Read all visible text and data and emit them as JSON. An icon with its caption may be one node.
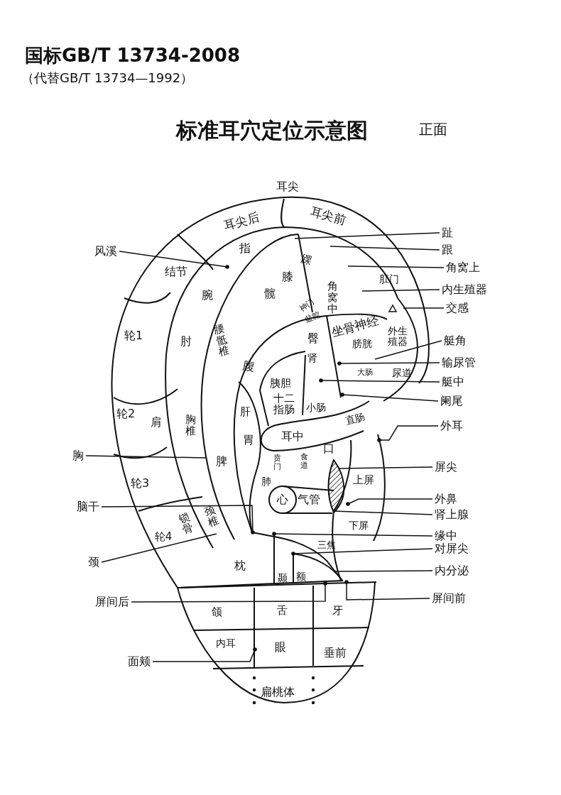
{
  "diagram": {
    "title": "标准耳穴定位示意图",
    "nodes": [
      {
        "text": [
          "风溪"
        ]
      },
      {
        "text": [
          "趾"
        ]
      },
      {
        "text": [
          "跟"
        ]
      },
      {
        "text": [
          "角窝上"
        ]
      },
      {
        "text": [
          "内生殖器"
        ]
      },
      {
        "text": [
          "交感"
        ]
      },
      {
        "text": [
          "艇角"
        ]
      },
      {
        "text": [
          "输尿管"
        ]
      },
      {
        "text": [
          "艇中"
        ]
      },
      {
        "text": [
          "阑尾"
        ]
      },
      {
        "text": [
          "外耳"
        ]
      },
      {
        "text": [
          "胸"
        ]
      },
      {
        "text": [
          "屏尖"
        ]
      },
      {
        "text": [
          "外鼻"
        ]
      },
      {
        "text": [
          "脑干"
        ]
      },
      {
        "text": [
          "肾上腺"
        ]
      },
      {
        "text": [
          "缘中"
        ]
      },
      {
        "text": [
          "对屏尖"
        ]
      },
      {
        "text": [
          "颈"
        ]
      },
      {
        "text": [
          "内分泌"
        ]
      },
      {
        "text": [
          "屏间后"
        ]
      },
      {
        "text": [
          "屏间前"
        ]
      },
      {
        "text": [
          "面颊"
        ]
      }
    ],
    "edges": [
      {
        "from": 0,
        "to": null,
        "arrow": "other"
      },
      {
        "from": 1,
        "to": null,
        "arrow": "none"
      },
      {
        "from": 2,
        "to": null,
        "arrow": "none"
      },
      {
        "from": 3,
        "to": null,
        "arrow": "none"
      },
      {
        "from": 4,
        "to": null,
        "arrow": "none"
      },
      {
        "from": 5,
        "to": null,
        "arrow": "none"
      },
      {
        "from": 6,
        "to": null,
        "arrow": "none"
      },
      {
        "from": 7,
        "to": null,
        "arrow": "other"
      },
      {
        "from": 8,
        "to": null,
        "arrow": "other"
      },
      {
        "from": 9,
        "to": null,
        "arrow": "other"
      },
      {
        "from": 10,
        "to": null,
        "arrow": "other"
      },
      {
        "from": 11,
        "to": null,
        "arrow": "none"
      },
      {
        "from": 12,
        "to": null,
        "arrow": "none"
      },
      {
        "from": 13,
        "to": null,
        "arrow": "other"
      },
      {
        "from": 14,
        "to": null,
        "arrow": "other"
      },
      {
        "from": 15,
        "to": null,
        "arrow": "none"
      },
      {
        "from": 16,
        "to": null,
        "arrow": "other"
      },
      {
        "from": 17,
        "to": null,
        "arrow": "other"
      },
      {
        "from": 18,
        "to": null,
        "arrow": "none"
      },
      {
        "from": 19,
        "to": null,
        "arrow": "none"
      },
      {
        "from": 20,
        "to": null,
        "arrow": "other"
      },
      {
        "from": 21,
        "to": null,
        "arrow": "other"
      },
      {
        "from": 22,
        "to": null,
        "arrow": "other"
      }
    ],
    "labels": [
      "国标GB/T 13734-2008",
      "（代替GB/T 13734—1992）",
      "正面",
      "耳尖",
      "耳尖后",
      "耳尖前",
      "指",
      "结节",
      "踝",
      "膝",
      "肛门",
      "腕",
      "髋",
      "角窝中",
      "神门",
      "盆腔",
      "坐骨神经",
      "外生殖器",
      "轮1",
      "肘",
      "腰骶椎",
      "臀",
      "膀胱",
      "腹",
      "肾",
      "胰胆",
      "大肠",
      "尿道",
      "轮2",
      "肩",
      "胸椎",
      "肝",
      "十二指肠",
      "小肠",
      "直肠",
      "胃",
      "耳中",
      "贲门",
      "食道",
      "口",
      "脾",
      "轮3",
      "肺",
      "上屏",
      "心",
      "气管",
      "下屏",
      "锁骨",
      "颈椎",
      "轮4",
      "三焦",
      "枕",
      "颞",
      "额",
      "颌",
      "舌",
      "牙",
      "内耳",
      "眼",
      "垂前",
      "扁桃体"
    ]
  }
}
